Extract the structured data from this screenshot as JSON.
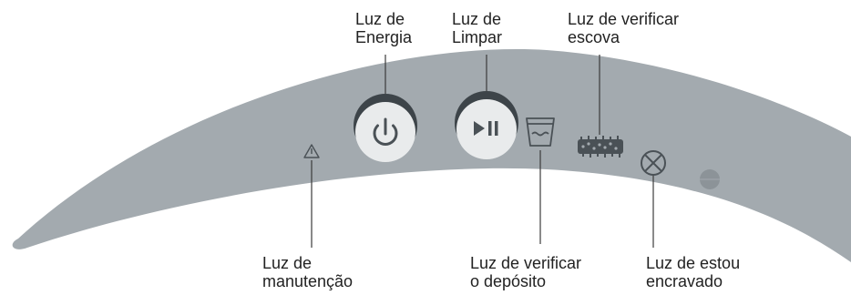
{
  "labels": {
    "energia": {
      "line1": "Luz de",
      "line2": "Energia"
    },
    "limpar": {
      "line1": "Luz de",
      "line2": "Limpar"
    },
    "escova": {
      "line1": "Luz de verificar",
      "line2": "escova"
    },
    "manutencao": {
      "line1": "Luz de",
      "line2": "manutenção"
    },
    "deposito": {
      "line1": "Luz de verificar",
      "line2": "o depósito"
    },
    "encravado": {
      "line1": "Luz de estou",
      "line2": "encravado"
    }
  },
  "colors": {
    "panel": "#a3aaaf",
    "button_face": "#e9ebec",
    "button_top": "#3d4449",
    "icon": "#4a5156",
    "leader_line": "#3b3b3b",
    "text": "#222222"
  },
  "icons": {
    "power_button": "power-icon",
    "clean_button": "play-pause-icon",
    "maintenance": "warning-triangle-icon",
    "tank": "water-tank-icon",
    "brush": "brush-icon",
    "stuck": "x-circle-icon",
    "indicator": "status-led-icon"
  }
}
